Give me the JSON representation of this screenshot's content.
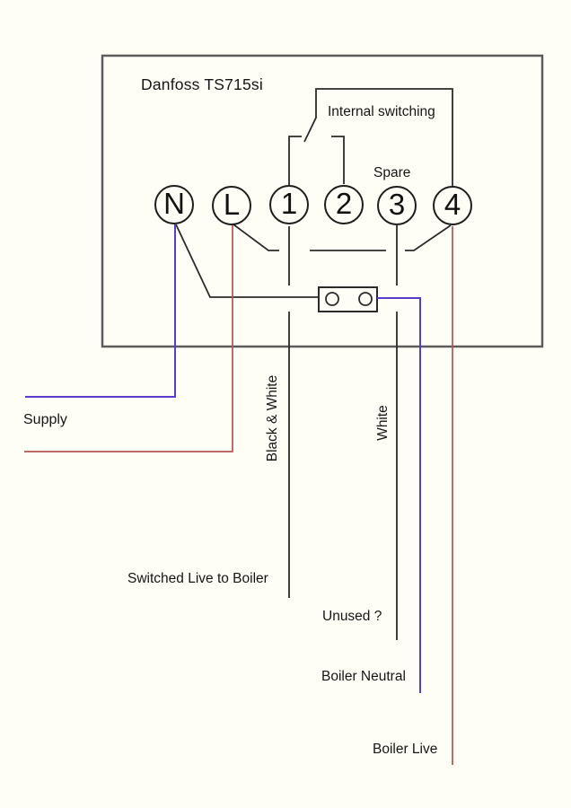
{
  "device": {
    "title": "Danfoss TS715si",
    "terminals": [
      "N",
      "L",
      "1",
      "2",
      "3",
      "4"
    ]
  },
  "annotations": {
    "internal_switching": "Internal switching",
    "spare": "Spare",
    "supply": "Supply",
    "black_and_white": "Black & White",
    "white": "White",
    "switched_live": "Switched Live to Boiler",
    "unused": "Unused ?",
    "boiler_neutral": "Boiler Neutral",
    "boiler_live": "Boiler Live"
  },
  "colors": {
    "line": "#2b2b2b",
    "box_border": "#5c5c5c",
    "wire_neutral": "#5a3cc8",
    "wire_live": "#b25551",
    "background": "#fefdf6"
  }
}
